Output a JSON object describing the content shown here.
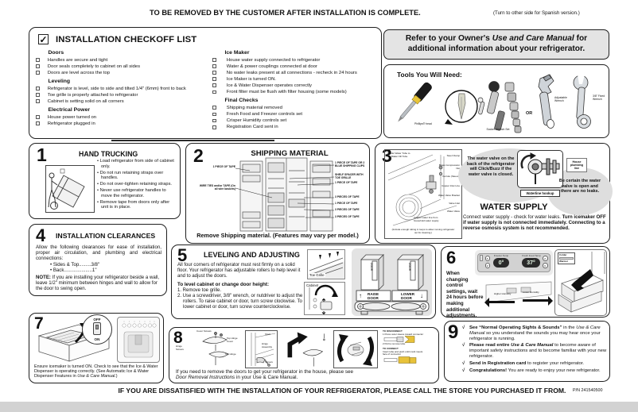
{
  "page": {
    "notice": "TO BE REMOVED BY THE CUSTOMER AFTER INSTALLATION IS COMPLETE.",
    "spanish_note": "(Turn to other side for Spanish version.)",
    "footer": "IF YOU ARE DISSATISFIED WITH THE INSTALLATION OF YOUR REFRIGERATOR, PLEASE CALL THE STORE YOU PURCHASED IT FROM.",
    "part_number": "P/N  241540500"
  },
  "checkoff": {
    "checkmark": "✓",
    "title": "INSTALLATION CHECKOFF LIST",
    "left": [
      {
        "heading": "Doors",
        "items": [
          "Handles are secure and tight",
          "Door seals completely to cabinet on all sides",
          "Doors are level across the top"
        ]
      },
      {
        "heading": "Leveling",
        "items": [
          "Refrigerator is level, side to side and tilted 1/4\" (6mm) front to back",
          "Toe grille is properly attached to refrigerator",
          "Cabinet is setting solid on all corners"
        ]
      },
      {
        "heading": "Electrical Power",
        "items": [
          "House power turned on",
          "Refrigerator plugged in"
        ]
      }
    ],
    "right": [
      {
        "heading": "Ice Maker",
        "items": [
          "House water supply connected to refrigerator",
          "Water & power couplings connected at door",
          "No water leaks present at all connections - recheck in 24 hours",
          "Ice Maker is turned ON.",
          "Ice & Water Dispenser operates correctly",
          "Front filter must be flush with filter housing (some models)"
        ]
      },
      {
        "heading": "Final Checks",
        "items": [
          "Shipping material removed",
          "Fresh Food and Freezer controls set",
          "Crisper Humidity controls set",
          "Registration Card sent in"
        ]
      }
    ]
  },
  "refer": {
    "pre": "Refer to your Owner's ",
    "italic": "Use and Care Manual",
    "post": " for additional information about your refrigerator."
  },
  "tools": {
    "title": "Tools You Will Need:",
    "phillips": "Phillips® head",
    "socket": "Socket Wrench Set",
    "or": "OR",
    "adjustable": "Adjustable Wrench",
    "fixed": "3/8\" Fixed Wrench"
  },
  "step1": {
    "num": "1",
    "title": "HAND TRUCKING",
    "bullets": [
      "• Load refrigerator from side of cabinet only.",
      "• Do not run retaining straps over handles.",
      "• Do not over-tighten retaining straps.",
      "• Never use refrigerator handles to move the refrigerator.",
      "• Remove tape from doors only after unit is in place."
    ]
  },
  "step2": {
    "num": "2",
    "title": "SHIPPING MATERIAL",
    "left_labels": [
      "1 PIECE OF TAPE",
      "WIRE TIES and/or TAPE (On all wire baskets)"
    ],
    "right_labels": [
      "1 PIECE OF TAPE OR 2 BLUE SHIPPING CLIPS",
      "SHELF SPACER WITH TOE GRILLE",
      "1 PIECE OF TAPE",
      "3 PIECES OF TAPE",
      "1 PIECE OF TAPE",
      "3 PIECES OF TAPE",
      "3 PIECES OF TAPE"
    ],
    "footer": "Remove Shipping material. (Features may vary per model.)"
  },
  "step3": {
    "num": "3",
    "title": "WATER SUPPLY",
    "label_plastic": "Plastic Water Tube to Ice Maker Fill Tube",
    "labels_right": [
      "Steel Clamp",
      "Brass Compression Nut",
      "Ferrule (Sleeve)",
      "Copper Inlet Line",
      "Water Valve Bracket",
      "Valve Inlet",
      "Water Valve"
    ],
    "label_copper": "Copper water line from household water supply",
    "label_note": "(Include enough tubing in loops to allow moving refrigerator out for cleaning.)",
    "bubble1": "The water valve on the back of the refrigerator will Click/Buzz if the water valve is closed.",
    "bubble2": "Be certain the water valve is open and there are no leaks.",
    "tag_house": "House plumbing line",
    "tag_hookup": "Waterline hookup",
    "text_normal": "Connect water supply - check for water leaks. ",
    "text_bold": "Turn icemaker OFF if water supply is not connected immediately. Connecting to a reverse osmosis system is not recommended."
  },
  "step4": {
    "num": "4",
    "title": "INSTALLATION CLEARANCES",
    "intro": "Allow the following clearances for ease of installation, proper air circulation, and plumbing and electrical connections:",
    "bullets": [
      "• Sides & Top.........3/8\"",
      "• Back.....................1\""
    ],
    "note_bold": "NOTE:",
    "note_rest": " If you are installing your refrigerator beside a wall, leave  1/2\" minimum between hinges and wall to allow for the door to swing open."
  },
  "step5": {
    "num": "5",
    "title": "LEVELING AND ADJUSTING",
    "intro": "All four corners of refrigerator must rest firmly on a solid floor. Your refrigerator has adjustable rollers to help level it and to adjust the doors.",
    "subhead": "To level cabinet or change door height:",
    "steps": [
      "1. Remove toe grille.",
      "2. Use a screwdriver, 3/8\" wrench, or nutdriver to adjust the rollers. To raise cabinet or door, turn screw clockwise. To lower cabinet or door, turn screw counterclockwise."
    ],
    "label_toe": "Toe Grille",
    "label_cabinet": "Cabinet",
    "raise_arrow": "↑",
    "raise": "RAISE\nDOOR",
    "lower": "LOWER\nDOOR",
    "lower_arrow": "↓",
    "door": "DOOR"
  },
  "step6": {
    "num": "6",
    "text": "When\nchanging\ncontrol\nsettings, wait\n24 hours before\nmaking additional\nadjustments.",
    "freezer_label": "Freezer Temp",
    "fresh_label": "Fresh Food Temp",
    "freezer_value": "0°",
    "fresh_value": "37°",
    "up": "∧",
    "down": "∨",
    "higher": "Higher Humidity",
    "lower": "Lower Humidity",
    "colder": "Colder",
    "warmer": "Warmer"
  },
  "step7": {
    "num": "7",
    "off": "OFF",
    "on": "ON",
    "text_normal": "Ensure icemaker is turned ON. Check to see that the Ice & Water Dispenser is operating correctly. (See Automatic Ice & Water Dispenser Features in ",
    "text_italic": "Use & Care Manual",
    "text_end": ".)"
  },
  "step8": {
    "num": "8",
    "labels_a": [
      "Cover Screws",
      "Top Hinge Cover",
      "Hinge Screws",
      "Top Hinge"
    ],
    "labels_b": [
      "Shelf",
      "Hinge Assembly",
      "Screws"
    ],
    "disconnect_head": "TO DISCONNECT",
    "disconnect_1": "1 Press outer sleeve toward connector",
    "disconnect_2": "2 Pull to remove tube",
    "connect_head": "TO CONNECT",
    "connect_1": "Insert tube and push until mark meets face of connector",
    "labels_f": [
      "Door",
      "Water Line Tubing",
      "Hinge Assembly",
      "Screws"
    ],
    "footer_normal": "If you need to remove the doors to get your refrigerator in the house, please see",
    "footer_italic": "Door Removal Instructions",
    "footer_rest": " in your Use & Care Manual."
  },
  "step9": {
    "num": "9",
    "check": "√",
    "i1_b": "See “Normal Operating Sights & Sounds”",
    "i1_n": " in the ",
    "i1_i": "Use & Care Manual",
    "i1_r": " so you understand the sounds you may hear once your refrigerator is running.",
    "i2_b": "Please read entire ",
    "i2_bi": "Use & Care Manual",
    "i2_r": " to become aware of important safety instructions and to become familiar with your new refrigerator.",
    "i3_b": "Send in Registration card",
    "i3_r": " to register your refrigerator.",
    "i4_b": "Congratulations!",
    "i4_r": " You are ready to enjoy your new refrigerator."
  }
}
